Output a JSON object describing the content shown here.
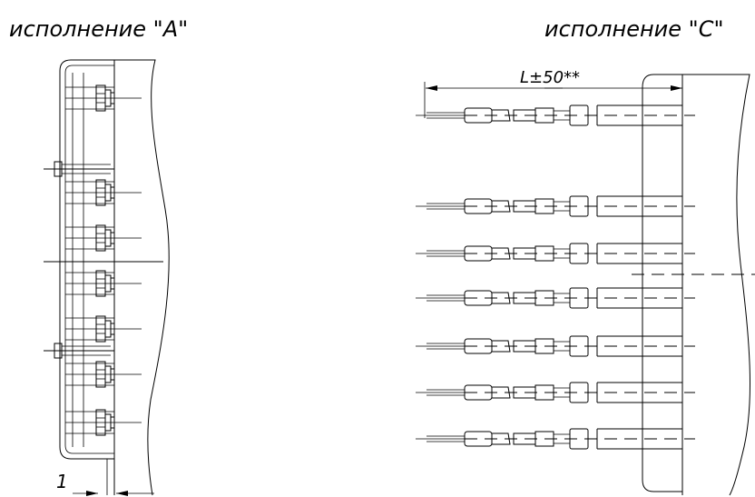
{
  "variant_a": {
    "title": "исполнение \"A\"",
    "dimension_label": "1",
    "connector_count": 7
  },
  "variant_c": {
    "title": "исполнение \"C\"",
    "dimension_label": "L±50**",
    "wire_count": 7
  }
}
